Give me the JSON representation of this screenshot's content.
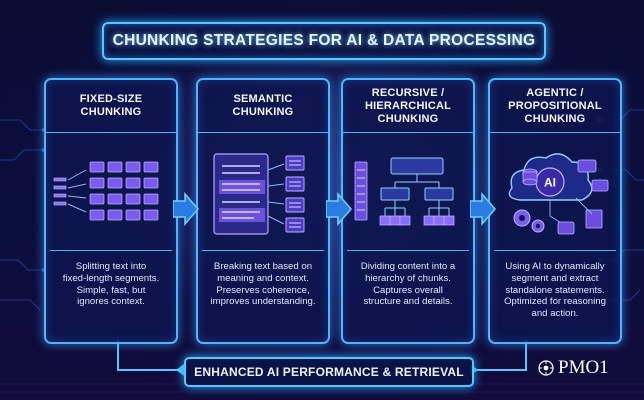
{
  "title": "CHUNKING STRATEGIES FOR AI & DATA PROCESSING",
  "cards": [
    {
      "heading": "FIXED-SIZE\nCHUNKING",
      "description": "Splitting text into\nfixed-length segments.\nSimple, fast, but\nignores context."
    },
    {
      "heading": "SEMANTIC\nCHUNKING",
      "description": "Breaking text based on\nmeaning and context.\nPreserves coherence,\nimproves understanding."
    },
    {
      "heading": "RECURSIVE /\nHIERARCHICAL\nCHUNKING",
      "description": "Dividing content into a\nhierarchy of chunks.\nCaptures overall\nstructure and details."
    },
    {
      "heading": "AGENTIC /\nPROPOSITIONAL\nCHUNKING",
      "description": "Using AI to dynamically\nsegment and extract\nstandalone statements.\nOptimized for reasoning\nand action."
    }
  ],
  "result": "ENHANCED AI PERFORMANCE & RETRIEVAL",
  "ai_label": "AI",
  "brand": "PMO1",
  "colors": {
    "background": "#07082a",
    "neon_blue": "#4fb4ff",
    "card_fill": "#0e164e",
    "icon_purple": "#8a6cff",
    "text": "#e9f4ff"
  }
}
